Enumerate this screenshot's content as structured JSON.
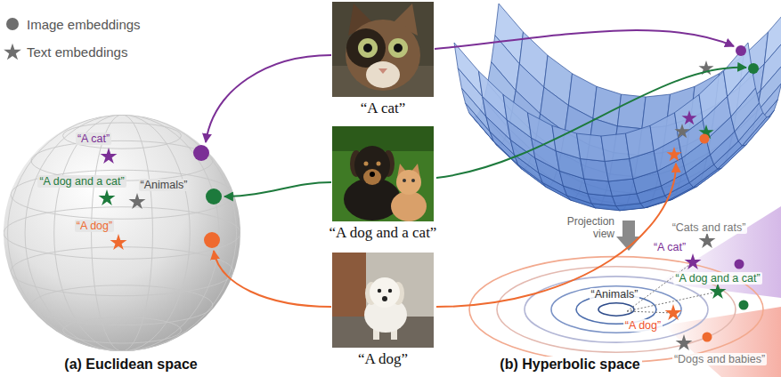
{
  "diagram": {
    "nodes": [
      {
        "text": [
          "“A cat”"
        ]
      },
      {
        "text": [
          "“A dog and a cat”"
        ]
      },
      {
        "text": [
          "“A dog”"
        ]
      }
    ],
    "labels": [
      "“A cat”",
      "“A dog and a cat”",
      "“Animals”",
      "“A dog”",
      "(a) Euclidean space",
      "(b) Hyperbolic space",
      "Projection view",
      "“Cats and rats”",
      "“A cat”",
      "“A dog and a cat”",
      "“Animals”",
      "“A dog”",
      "“Dogs and babies”"
    ],
    "legend": [
      {
        "text": "Image embeddings"
      },
      {
        "text": "Text embeddings"
      }
    ]
  }
}
